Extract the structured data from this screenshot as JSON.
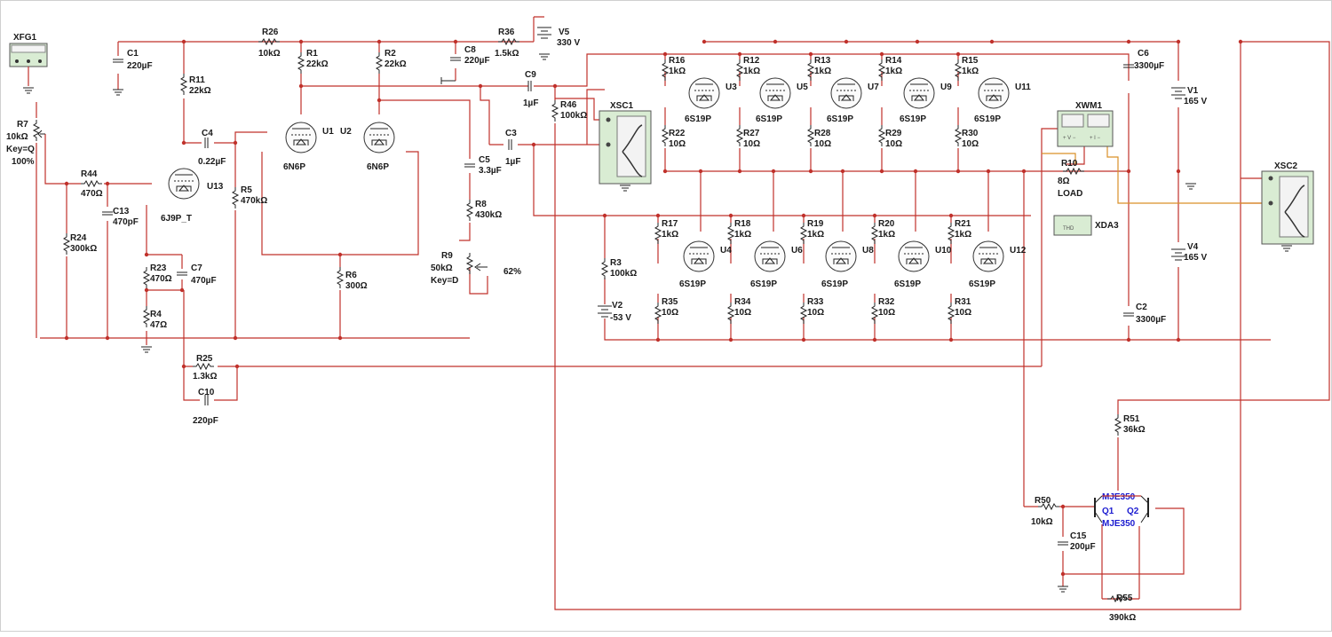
{
  "colors": {
    "wire": "#c0312b",
    "orange_wire": "#d99028",
    "instrument": "#d9ecd3",
    "transistor_label": "#1b1bd0"
  },
  "instruments": {
    "xfg1": "XFG1",
    "xsc1": "XSC1",
    "xsc2": "XSC2",
    "xwm1": "XWM1",
    "xda3": "XDA3",
    "thd": "THD",
    "xwm1_v": "+ V −",
    "xwm1_i": "+ I −"
  },
  "tubes": {
    "u1": {
      "ref": "U1",
      "type": "6N6P"
    },
    "u2": {
      "ref": "U2",
      "type": "6N6P"
    },
    "u13": {
      "ref": "U13",
      "type": "6J9P_T"
    },
    "u3": {
      "ref": "U3",
      "type": "6S19P"
    },
    "u5": {
      "ref": "U5",
      "type": "6S19P"
    },
    "u7": {
      "ref": "U7",
      "type": "6S19P"
    },
    "u9": {
      "ref": "U9",
      "type": "6S19P"
    },
    "u11": {
      "ref": "U11",
      "type": "6S19P"
    },
    "u4": {
      "ref": "U4",
      "type": "6S19P"
    },
    "u6": {
      "ref": "U6",
      "type": "6S19P"
    },
    "u8": {
      "ref": "U8",
      "type": "6S19P"
    },
    "u10": {
      "ref": "U10",
      "type": "6S19P"
    },
    "u12": {
      "ref": "U12",
      "type": "6S19P"
    }
  },
  "resistors": {
    "r1": {
      "ref": "R1",
      "val": "22kΩ"
    },
    "r2": {
      "ref": "R2",
      "val": "22kΩ"
    },
    "r3": {
      "ref": "R3",
      "val": "100kΩ"
    },
    "r4": {
      "ref": "R4",
      "val": "47Ω"
    },
    "r5": {
      "ref": "R5",
      "val": "470kΩ"
    },
    "r6": {
      "ref": "R6",
      "val": "300Ω"
    },
    "r8": {
      "ref": "R8",
      "val": "430kΩ"
    },
    "r10": {
      "ref": "R10",
      "val": "8Ω",
      "extra": "LOAD"
    },
    "r11": {
      "ref": "R11",
      "val": "22kΩ"
    },
    "r12": {
      "ref": "R12",
      "val": "1kΩ"
    },
    "r13": {
      "ref": "R13",
      "val": "1kΩ"
    },
    "r14": {
      "ref": "R14",
      "val": "1kΩ"
    },
    "r15": {
      "ref": "R15",
      "val": "1kΩ"
    },
    "r16": {
      "ref": "R16",
      "val": "1kΩ"
    },
    "r17": {
      "ref": "R17",
      "val": "1kΩ"
    },
    "r18": {
      "ref": "R18",
      "val": "1kΩ"
    },
    "r19": {
      "ref": "R19",
      "val": "1kΩ"
    },
    "r20": {
      "ref": "R20",
      "val": "1kΩ"
    },
    "r21": {
      "ref": "R21",
      "val": "1kΩ"
    },
    "r22": {
      "ref": "R22",
      "val": "10Ω"
    },
    "r23": {
      "ref": "R23",
      "val": "470Ω"
    },
    "r24": {
      "ref": "R24",
      "val": "300kΩ"
    },
    "r25": {
      "ref": "R25",
      "val": "1.3kΩ"
    },
    "r26": {
      "ref": "R26",
      "val": "10kΩ"
    },
    "r27": {
      "ref": "R27",
      "val": "10Ω"
    },
    "r28": {
      "ref": "R28",
      "val": "10Ω"
    },
    "r29": {
      "ref": "R29",
      "val": "10Ω"
    },
    "r30": {
      "ref": "R30",
      "val": "10Ω"
    },
    "r31": {
      "ref": "R31",
      "val": "10Ω"
    },
    "r32": {
      "ref": "R32",
      "val": "10Ω"
    },
    "r33": {
      "ref": "R33",
      "val": "10Ω"
    },
    "r34": {
      "ref": "R34",
      "val": "10Ω"
    },
    "r35": {
      "ref": "R35",
      "val": "10Ω"
    },
    "r36": {
      "ref": "R36",
      "val": "1.5kΩ"
    },
    "r44": {
      "ref": "R44",
      "val": "470Ω"
    },
    "r46": {
      "ref": "R46",
      "val": "100kΩ"
    },
    "r50": {
      "ref": "R50",
      "val": "10kΩ"
    },
    "r51": {
      "ref": "R51",
      "val": "36kΩ"
    },
    "r55": {
      "ref": "R55",
      "val": "390kΩ"
    }
  },
  "pots": {
    "r7": {
      "ref": "R7",
      "val": "10kΩ",
      "key": "Key=Q",
      "pct": "100%"
    },
    "r9": {
      "ref": "R9",
      "val": "50kΩ",
      "key": "Key=D",
      "pct": "62%"
    }
  },
  "capacitors": {
    "c1": {
      "ref": "C1",
      "val": "220µF"
    },
    "c2": {
      "ref": "C2",
      "val": "3300µF"
    },
    "c3": {
      "ref": "C3",
      "val": "1µF"
    },
    "c4": {
      "ref": "C4",
      "val": "0.22µF"
    },
    "c5": {
      "ref": "C5",
      "val": "3.3µF"
    },
    "c6": {
      "ref": "C6",
      "val": "3300µF"
    },
    "c7": {
      "ref": "C7",
      "val": "470µF"
    },
    "c8": {
      "ref": "C8",
      "val": "220µF"
    },
    "c9": {
      "ref": "C9",
      "val": "1µF"
    },
    "c10": {
      "ref": "C10",
      "val": "220pF"
    },
    "c13": {
      "ref": "C13",
      "val": "470pF"
    },
    "c15": {
      "ref": "C15",
      "val": "200µF"
    }
  },
  "sources": {
    "v1": {
      "ref": "V1",
      "val": "165 V"
    },
    "v2": {
      "ref": "V2",
      "val": "-53 V"
    },
    "v4": {
      "ref": "V4",
      "val": "165 V"
    },
    "v5": {
      "ref": "V5",
      "val": "330 V"
    }
  },
  "transistors": {
    "q1": {
      "ref": "Q1",
      "type": "MJE350"
    },
    "q2": {
      "ref": "Q2",
      "type": "MJE350"
    }
  }
}
